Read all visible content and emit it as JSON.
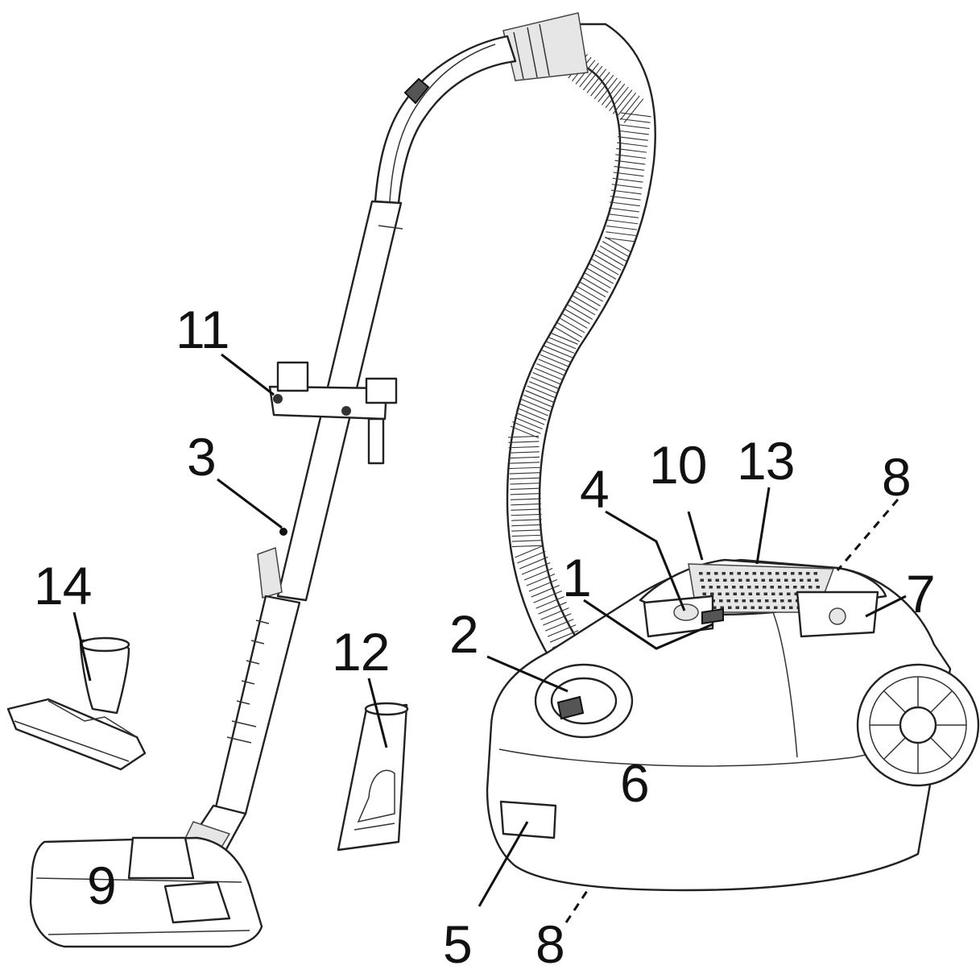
{
  "callouts": [
    {
      "id": "c1",
      "text": "1"
    },
    {
      "id": "c2",
      "text": "2"
    },
    {
      "id": "c3",
      "text": "3"
    },
    {
      "id": "c4",
      "text": "4"
    },
    {
      "id": "c5",
      "text": "5"
    },
    {
      "id": "c6",
      "text": "6"
    },
    {
      "id": "c7",
      "text": "7"
    },
    {
      "id": "c8a",
      "text": "8"
    },
    {
      "id": "c8b",
      "text": "8"
    },
    {
      "id": "c9",
      "text": "9"
    },
    {
      "id": "c10",
      "text": "10"
    },
    {
      "id": "c11",
      "text": "11"
    },
    {
      "id": "c12",
      "text": "12"
    },
    {
      "id": "c13",
      "text": "13"
    },
    {
      "id": "c14",
      "text": "14"
    }
  ],
  "colors": {
    "line": "#111111",
    "background": "#ffffff",
    "shade": "#e6e6e6"
  }
}
